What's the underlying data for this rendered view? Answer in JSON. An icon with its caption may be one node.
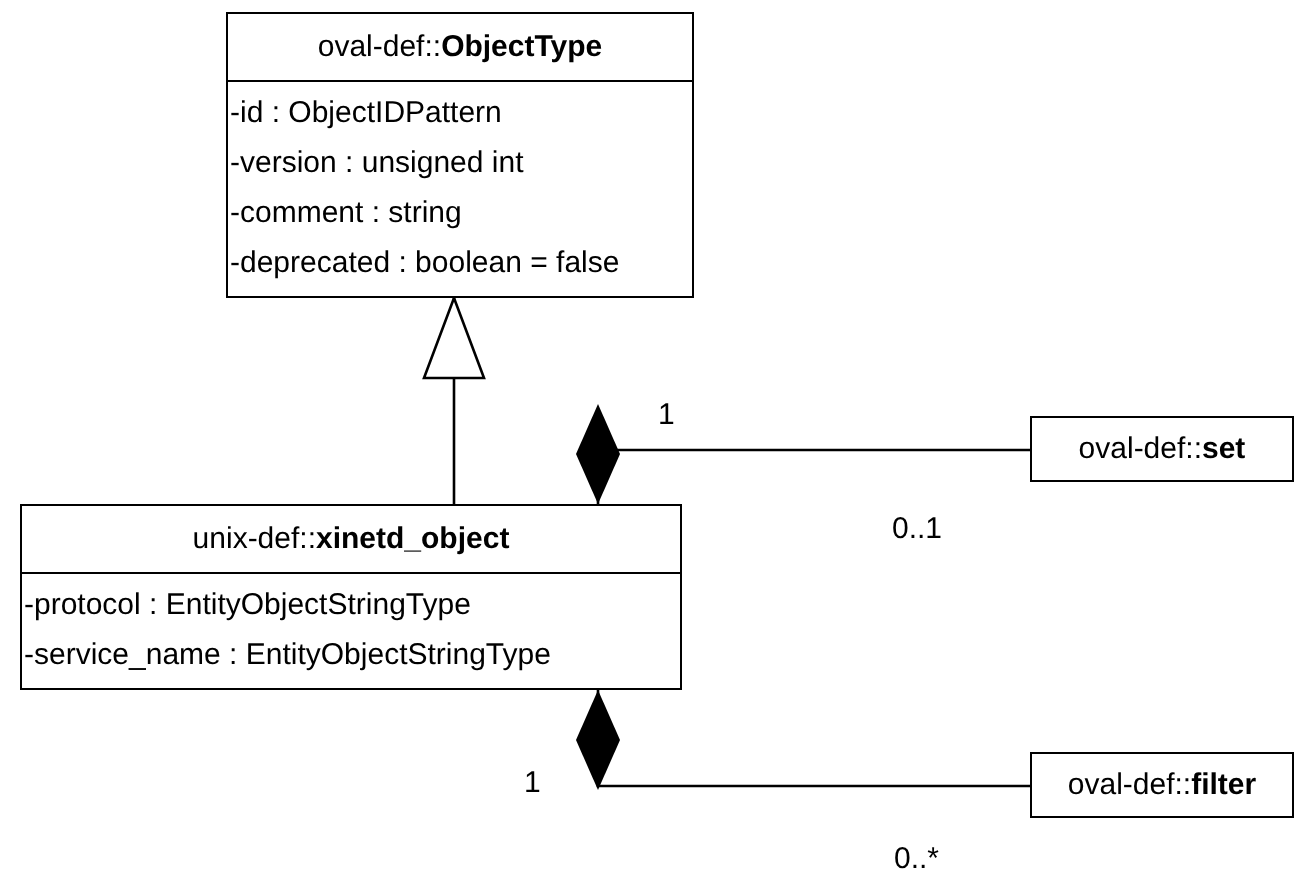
{
  "diagram": {
    "nodes": [
      {
        "text": [
          "oval-def::**ObjectType**",
          "-id : ObjectIDPattern",
          "-version : unsigned int",
          "-comment : string",
          "-deprecated : boolean = false"
        ]
      },
      {
        "text": [
          "unix-def::**xinetd_object**",
          "-protocol : EntityObjectStringType",
          "-service_name : EntityObjectStringType"
        ]
      },
      {
        "text": [
          "oval-def::**set**"
        ]
      },
      {
        "text": [
          "oval-def::**filter**"
        ]
      }
    ],
    "edges": [
      {
        "from": 1,
        "to": 0,
        "arrow": "to"
      },
      {
        "from": 1,
        "to": 2,
        "arrow": "other"
      },
      {
        "from": 1,
        "to": 3,
        "arrow": "other"
      }
    ],
    "labels": [
      "1",
      "0..1",
      "1",
      "0..*"
    ]
  }
}
